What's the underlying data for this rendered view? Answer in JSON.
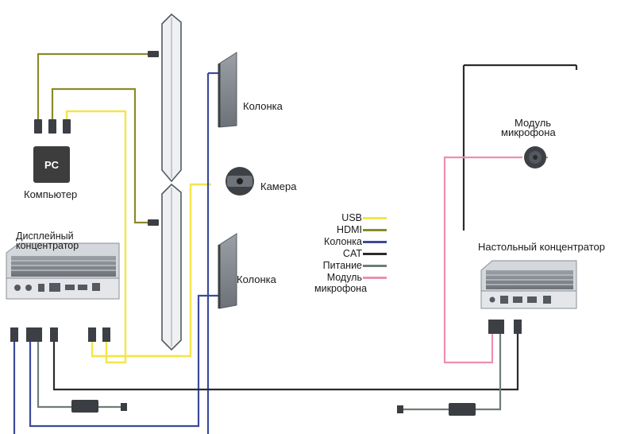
{
  "labels": {
    "speaker_top": "Колонка",
    "camera": "Камера",
    "pc_badge": "PC",
    "computer": "Компьютер",
    "display_hub_line1": "Дисплейный",
    "display_hub_line2": "концентратор",
    "speaker_bottom": "Колонка",
    "mic_module_line1": "Модуль",
    "mic_module_line2": "микрофона",
    "table_hub": "Настольный концентратор"
  },
  "legend": [
    {
      "label": "USB",
      "color": "#f2e64a"
    },
    {
      "label": "HDMI",
      "color": "#8c8a2a"
    },
    {
      "label": "Колонка",
      "color": "#3b4a9a"
    },
    {
      "label": "CAT",
      "color": "#2b2b2b"
    },
    {
      "label": "Питание",
      "color": "#6f7d78"
    },
    {
      "label": "Модуль",
      "color": "#ec8fb0"
    }
  ],
  "legend_extra": "микрофона",
  "colors": {
    "usb": "#f2e64a",
    "hdmi": "#8c8a2a",
    "speaker": "#3b4a9a",
    "cat": "#2b2b2b",
    "power": "#6f7d78",
    "mic": "#ec8fb0",
    "device_body": "#cfd2d6",
    "device_dark": "#7d8287",
    "pc": "#3d3d3d"
  }
}
